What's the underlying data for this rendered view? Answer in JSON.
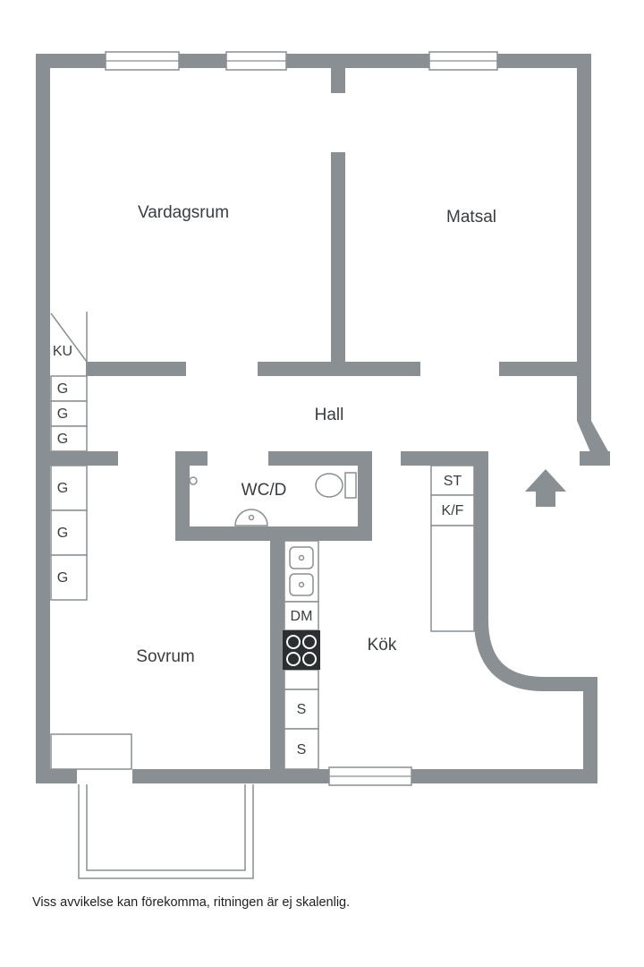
{
  "colors": {
    "wall": "#8a8f93",
    "label": "#3a3d40",
    "stove": "#2c2f31"
  },
  "rooms": {
    "vardagsrum": {
      "label": "Vardagsrum"
    },
    "matsal": {
      "label": "Matsal"
    },
    "hall": {
      "label": "Hall"
    },
    "wcd": {
      "label": "WC/D"
    },
    "kok": {
      "label": "Kök"
    },
    "sovrum": {
      "label": "Sovrum"
    }
  },
  "storage": {
    "ku": {
      "label": "KU"
    },
    "g": {
      "label": "G"
    },
    "st": {
      "label": "ST"
    },
    "kf": {
      "label": "K/F"
    },
    "dm": {
      "label": "DM"
    },
    "s": {
      "label": "S"
    }
  },
  "footer": {
    "disclaimer": "Viss avvikelse kan förekomma, ritningen är ej skalenlig."
  }
}
